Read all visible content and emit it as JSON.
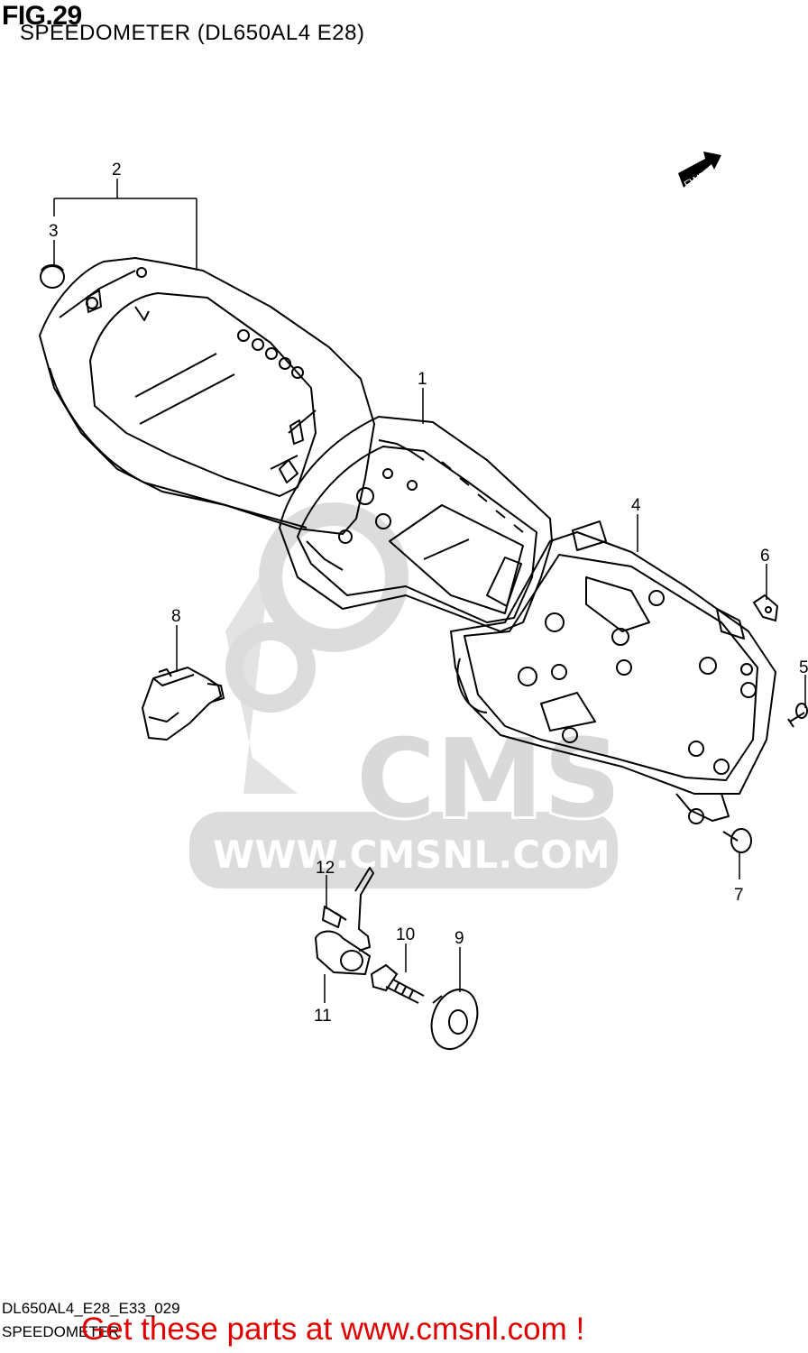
{
  "figure": {
    "title": "FIG.29",
    "subtitle": "SPEEDOMETER (DL650AL4 E28)"
  },
  "footer": {
    "code": "DL650AL4_E28_E33_029",
    "section": "SPEEDOMETER",
    "promo": "Get these parts at www.cmsnl.com !"
  },
  "watermark": {
    "logo_text": "CMS",
    "url_text": "WWW.CMSNL.COM"
  },
  "arrow_label": "FWD",
  "callouts": [
    "1",
    "2",
    "3",
    "4",
    "5",
    "6",
    "7",
    "8",
    "9",
    "10",
    "11",
    "12"
  ],
  "colors": {
    "line": "#000000",
    "watermark": "#d9d9d9",
    "promo": "#e00000"
  }
}
